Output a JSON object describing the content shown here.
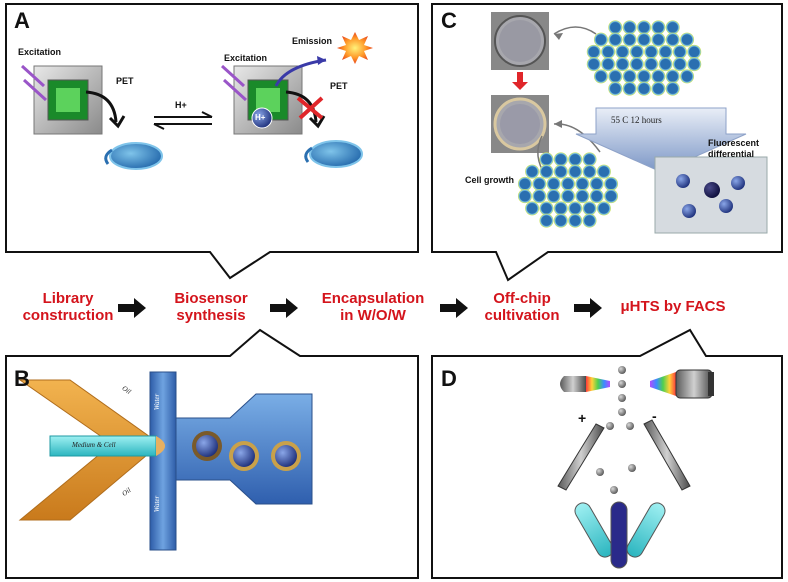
{
  "panels": {
    "a": {
      "letter": "A",
      "excitation_left": "Excitation",
      "pet_left": "PET",
      "h_plus_equilibrium": "H+",
      "excitation_right": "Excitation",
      "emission": "Emission",
      "pet_right": "PET",
      "h_plus_ion": "H+"
    },
    "b": {
      "letter": "B",
      "oil_top": "Oil",
      "oil_bottom": "Oil",
      "water_top": "Water",
      "water_bottom": "Water",
      "medium_cell": "Medium & Cell"
    },
    "c": {
      "letter": "C",
      "condition": "55 C  12 hours",
      "fluorescent_line1": "Fluorescent",
      "fluorescent_line2": "differential",
      "cell_growth": "Cell growth"
    },
    "d": {
      "letter": "D",
      "plus": "+",
      "minus": "-"
    }
  },
  "workflow": [
    {
      "line1": "Library",
      "line2": "construction"
    },
    {
      "line1": "Biosensor",
      "line2": "synthesis"
    },
    {
      "line1": "Encapsulation",
      "line2": "in W/O/W"
    },
    {
      "line1": "Off-chip",
      "line2": "cultivation"
    },
    {
      "line1": "μHTS by FACS",
      "line2": ""
    }
  ],
  "colors": {
    "workflow_text": "#d4141c",
    "arrow": "#111111",
    "orange": "#e39b3a",
    "blue_channel": "#4a7ec9",
    "cyan": "#41c6cf",
    "green": "#3bb04a"
  }
}
